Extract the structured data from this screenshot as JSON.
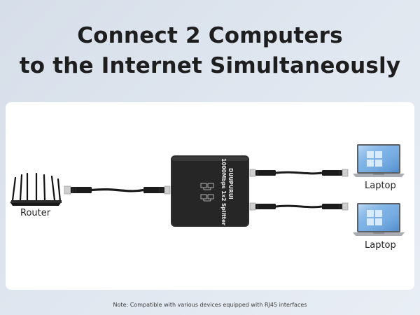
{
  "headline": {
    "line1": "Connect 2 Computers",
    "line2": "to the Internet Simultaneously"
  },
  "devices": {
    "router_label": "Router",
    "laptop_top_label": "Laptop",
    "laptop_bottom_label": "Laptop"
  },
  "splitter": {
    "brand": "DUUPURUI",
    "model": "1000Mbps 1x2 Splitter"
  },
  "footnote": "Note: Compatible with various devices equipped with RJ45 interfaces",
  "colors": {
    "background": "#dfe6ef",
    "panel": "#ffffff",
    "splitter_body": "#2b2b2b",
    "cable": "#1a1a1a"
  }
}
